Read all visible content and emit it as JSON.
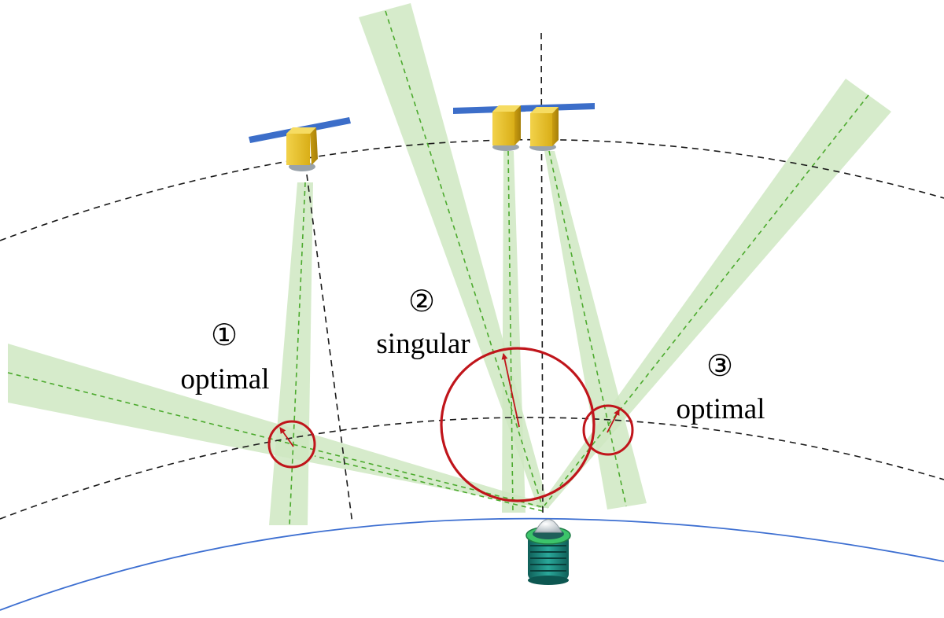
{
  "colors": {
    "beam_fill": "#cfe8c2",
    "beam_center_line": "#4caa2e",
    "orbit_dash": "#1a1a1a",
    "earth_surface": "#3d6fd1",
    "error_circle": "#c0151b",
    "solar_panel": "#3c6ec9",
    "satellite_body": "#e9c229",
    "receiver_body": "#1f8f83",
    "receiver_ring": "#3cc46a"
  },
  "icons": {
    "satellite": "satellite-icon",
    "receiver": "gnss-receiver-icon"
  },
  "configurations": [
    {
      "number": "①",
      "label": "optimal"
    },
    {
      "number": "②",
      "label": "singular"
    },
    {
      "number": "③",
      "label": "optimal"
    }
  ]
}
